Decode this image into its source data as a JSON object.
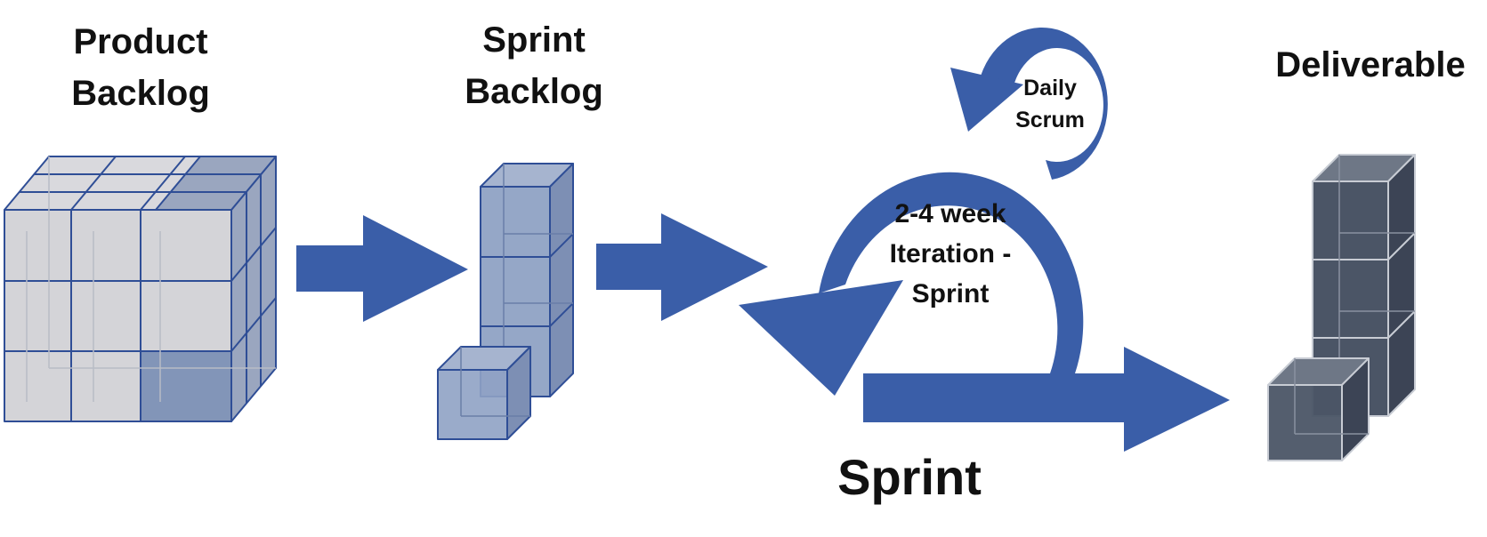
{
  "labels": {
    "product_backlog_line1": "Product",
    "product_backlog_line2": "Backlog",
    "sprint_backlog_line1": "Sprint",
    "sprint_backlog_line2": "Backlog",
    "daily_scrum_line1": "Daily",
    "daily_scrum_line2": "Scrum",
    "iteration_line1": "2-4 week",
    "iteration_line2": "Iteration -",
    "iteration_line3": "Sprint",
    "sprint": "Sprint",
    "deliverable": "Deliverable"
  },
  "colors": {
    "arrow_blue": "#3a5ea8",
    "backlog_cube_fill": "#d4d4d8",
    "backlog_cube_stroke": "#2f4e96",
    "sprint_cube_fill": "#8fa2c4",
    "deliverable_cube_fill": "#4b5566",
    "deliverable_cube_stroke": "#c8ccd4"
  }
}
